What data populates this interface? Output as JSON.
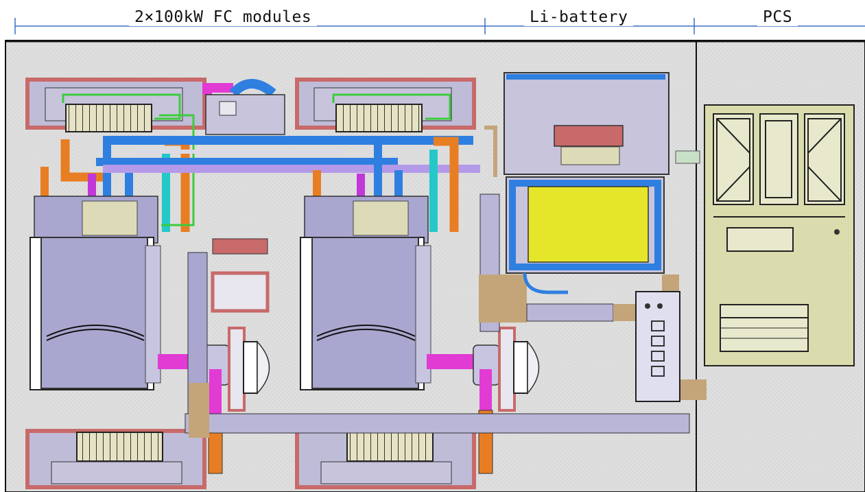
{
  "sections": [
    {
      "id": "fc",
      "label": "2×100kW FC modules"
    },
    {
      "id": "battery",
      "label": "Li-battery"
    },
    {
      "id": "pcs",
      "label": "PCS"
    }
  ],
  "colors": {
    "floor": "#dcdcdc",
    "frame_red": "#c86a6a",
    "frame_light": "#a7a3c6",
    "module_body": "#a9a6d0",
    "pipe_blue": "#2f7fe0",
    "pipe_orange": "#e87e23",
    "pipe_magenta": "#e23bd4",
    "pipe_cyan": "#25c8c8",
    "wire_green": "#3ccc3c",
    "battery_yellow": "#e5e52a",
    "pcs_panel": "#dadcad",
    "rail_tan": "#c4a57a",
    "rail_lavender": "#b9b6d8",
    "pipe_purple": "#b49ae8"
  }
}
